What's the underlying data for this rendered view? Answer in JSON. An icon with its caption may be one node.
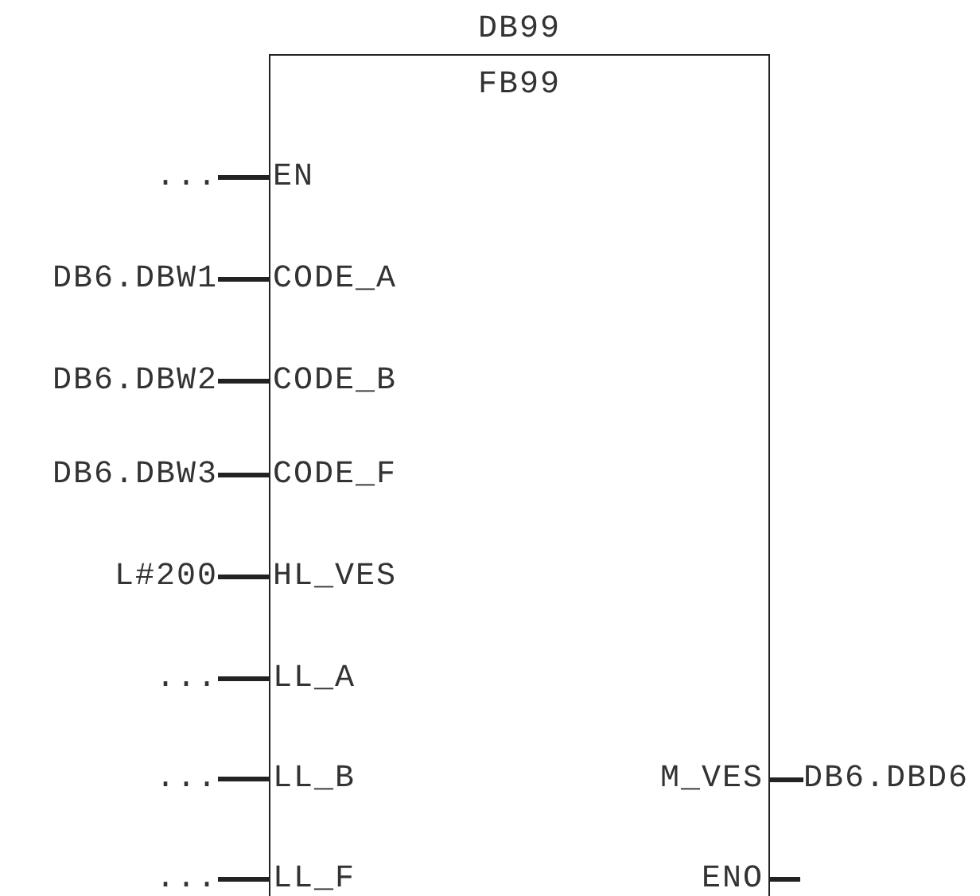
{
  "diagram": {
    "nodes": [
      {
        "text": [
          "DB99",
          "FB99"
        ]
      },
      {
        "text": [
          "..."
        ]
      },
      {
        "text": [
          "EN"
        ],
        "in": 0
      },
      {
        "text": [
          "DB6.DBW1"
        ]
      },
      {
        "text": [
          "CODE_A"
        ],
        "in": 0
      },
      {
        "text": [
          "DB6.DBW2"
        ]
      },
      {
        "text": [
          "CODE_B"
        ],
        "in": 0
      },
      {
        "text": [
          "DB6.DBW3"
        ]
      },
      {
        "text": [
          "CODE_F"
        ],
        "in": 0
      },
      {
        "text": [
          "L#200"
        ]
      },
      {
        "text": [
          "HL_VES"
        ],
        "in": 0
      },
      {
        "text": [
          "..."
        ]
      },
      {
        "text": [
          "LL_A"
        ],
        "in": 0
      },
      {
        "text": [
          "..."
        ]
      },
      {
        "text": [
          "LL_B"
        ],
        "in": 0
      },
      {
        "text": [
          "M_VES"
        ],
        "in": 0
      },
      {
        "text": [
          "DB6.DBD6"
        ]
      },
      {
        "text": [
          "..."
        ]
      },
      {
        "text": [
          "LL_F"
        ],
        "in": 0
      },
      {
        "text": [
          "ENO"
        ],
        "in": 0
      }
    ],
    "edges": [
      {
        "from": 1,
        "to": 2,
        "arrow": "none"
      },
      {
        "from": 3,
        "to": 4,
        "arrow": "none"
      },
      {
        "from": 5,
        "to": 6,
        "arrow": "none"
      },
      {
        "from": 7,
        "to": 8,
        "arrow": "none"
      },
      {
        "from": 9,
        "to": 10,
        "arrow": "none"
      },
      {
        "from": 11,
        "to": 12,
        "arrow": "none"
      },
      {
        "from": 13,
        "to": 14,
        "arrow": "none"
      },
      {
        "from": 15,
        "to": 16,
        "arrow": "none"
      },
      {
        "from": 17,
        "to": 18,
        "arrow": "none"
      },
      {
        "from": 19,
        "to": null,
        "arrow": "none"
      }
    ]
  }
}
